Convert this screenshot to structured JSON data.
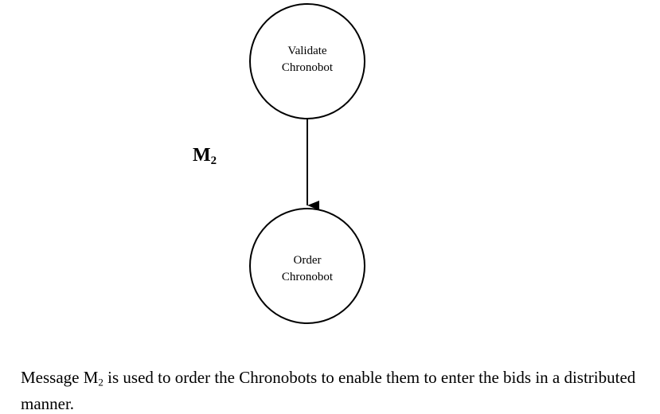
{
  "nodes": [
    {
      "id": "validate",
      "lines": [
        "Validate",
        "Chronobot"
      ]
    },
    {
      "id": "order",
      "lines": [
        "Order",
        "Chronobot"
      ]
    }
  ],
  "message": {
    "label_main": "M",
    "label_sub": "2"
  },
  "caption": {
    "before": "Message M",
    "sub": "2",
    "after": " is used to order the Chronobots to enable them to enter the bids in a distributed manner."
  },
  "colors": {
    "stroke": "#000000",
    "background": "#ffffff",
    "text": "#000000"
  }
}
